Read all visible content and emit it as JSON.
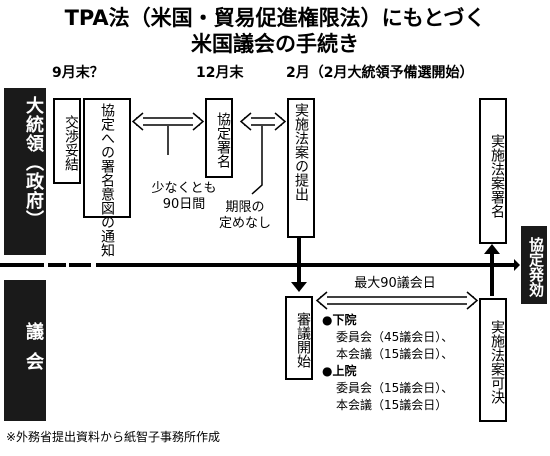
{
  "title": {
    "line1": "TPA法（米国・貿易促進権限法）にもとづく",
    "line2": "米国議会の手続き"
  },
  "timeline_headers": [
    "9月末？",
    "12月末",
    "2月（2月大統領予備選開始）"
  ],
  "lanes": {
    "president": "大統領（政府）",
    "congress": "議会"
  },
  "steps": {
    "negotiation": "交渉妥結",
    "notice": "協定への署名意図の通知",
    "signing": "協定署名",
    "bill_submit": "実施法案の提出",
    "bill_signing": "実施法案署名",
    "deliberation": "審議開始",
    "approval": "実施法案可決"
  },
  "labels": {
    "interval_line1": "少なくとも",
    "interval_line2": "90日間",
    "no_deadline_line1": "期限の",
    "no_deadline_line2": "定めなし",
    "max_days": "最大90議会日"
  },
  "congress_detail": {
    "lower_house": "●下院",
    "lower_committee": "委員会（45議会日）、",
    "lower_plenary": "本会議（15議会日）、",
    "upper_house": "●上院",
    "upper_committee": "委員会（15議会日）、",
    "upper_plenary": "本会議（15議会日）"
  },
  "effect": "協定発効",
  "footer": "※外務省提出資料から紙智子事務所作成"
}
